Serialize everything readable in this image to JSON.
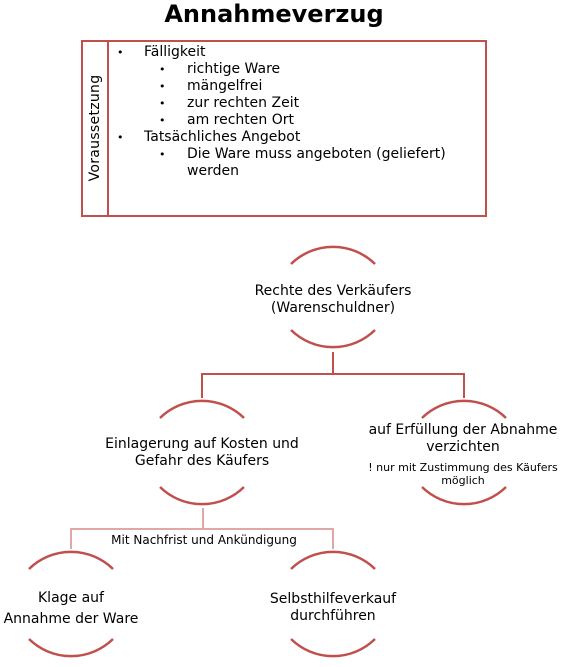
{
  "title": "Annahmeverzug",
  "requirements": {
    "label": "Voraussetzung",
    "items": [
      {
        "text": "Fälligkeit",
        "sub": [
          "richtige Ware",
          "mängelfrei",
          "zur rechten Zeit",
          "am rechten Ort"
        ]
      },
      {
        "text": "Tatsächliches Angebot",
        "sub": [
          "Die Ware muss angeboten  (geliefert) werden"
        ]
      }
    ]
  },
  "tree": {
    "root": {
      "line1": "Rechte des Verkäufers",
      "line2": "(Warenschuldner)"
    },
    "left": {
      "line1": "Einlagerung auf Kosten und",
      "line2": "Gefahr des Käufers"
    },
    "right": {
      "line1": "auf Erfüllung der Abnahme",
      "line2": "verzichten",
      "note1": "! nur mit Zustimmung des Käufers",
      "note2": "möglich"
    },
    "branch_label": "Mit Nachfrist und Ankündigung",
    "leaf_left": {
      "line1": "Klage auf",
      "line2": "Annahme der Ware"
    },
    "leaf_right": {
      "line1": "Selbsthilfeverkauf",
      "line2": "durchführen"
    }
  },
  "colors": {
    "accent": "#c0504d",
    "connector": "#c0504d",
    "connector_light": "#dfa7a6"
  }
}
